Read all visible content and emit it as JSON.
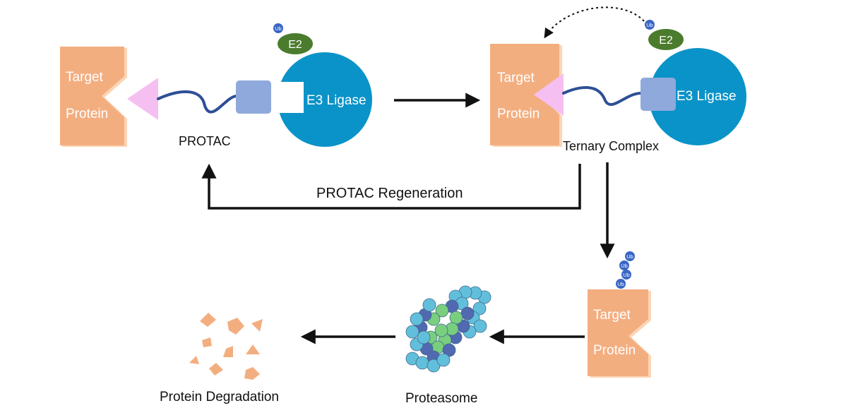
{
  "labels": {
    "target": "Target",
    "protein": "Protein",
    "e3_ligase": "E3 Ligase",
    "e2": "E2",
    "ub": "Ub",
    "protac": "PROTAC",
    "ternary_complex": "Ternary Complex",
    "protac_regeneration": "PROTAC Regeneration",
    "proteasome": "Proteasome",
    "protein_degradation": "Protein Degradation"
  },
  "colors": {
    "target_protein": "#f3ae80",
    "target_protein_edge": "#fbd5b6",
    "warhead": "#f6bff1",
    "ligand": "#8fa9dc",
    "linker": "#2d4f96",
    "e3_ligase": "#0a93c8",
    "e2": "#4b7c2e",
    "ub": "#3a66c4",
    "arrow": "#111111",
    "proteasome_light": "#62bfdc",
    "proteasome_green": "#79cf7e",
    "proteasome_dark": "#5169b0"
  }
}
